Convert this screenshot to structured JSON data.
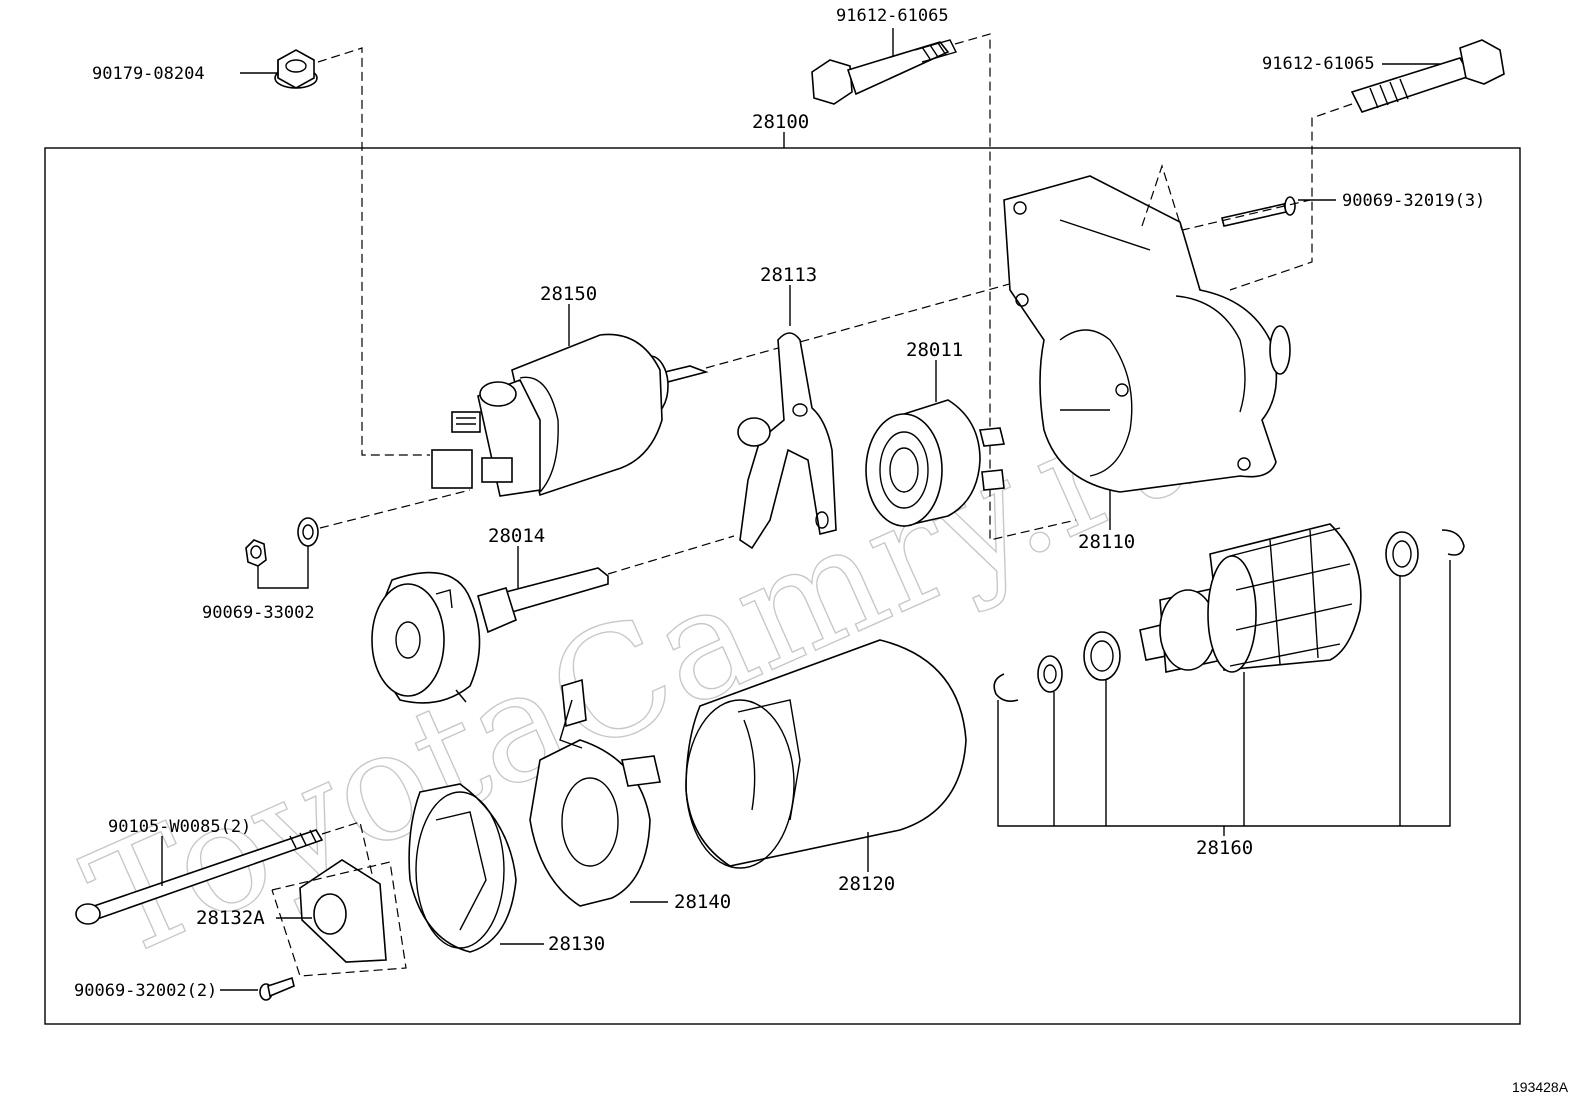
{
  "watermark": "ToyotaCamry.ru",
  "figure_code": "193428A",
  "assembly_label": "28100",
  "parts": {
    "p90179_08204": "90179-08204",
    "p91612_61065_a": "91612-61065",
    "p91612_61065_b": "91612-61065",
    "p90069_32019": "90069-32019(3)",
    "p28150": "28150",
    "p28113": "28113",
    "p28011": "28011",
    "p28110": "28110",
    "p90069_33002": "90069-33002",
    "p28014": "28014",
    "p28160": "28160",
    "p90105_W0085": "90105-W0085(2)",
    "p28132A": "28132A",
    "p28130": "28130",
    "p28140": "28140",
    "p28120": "28120",
    "p90069_32002": "90069-32002(2)"
  }
}
